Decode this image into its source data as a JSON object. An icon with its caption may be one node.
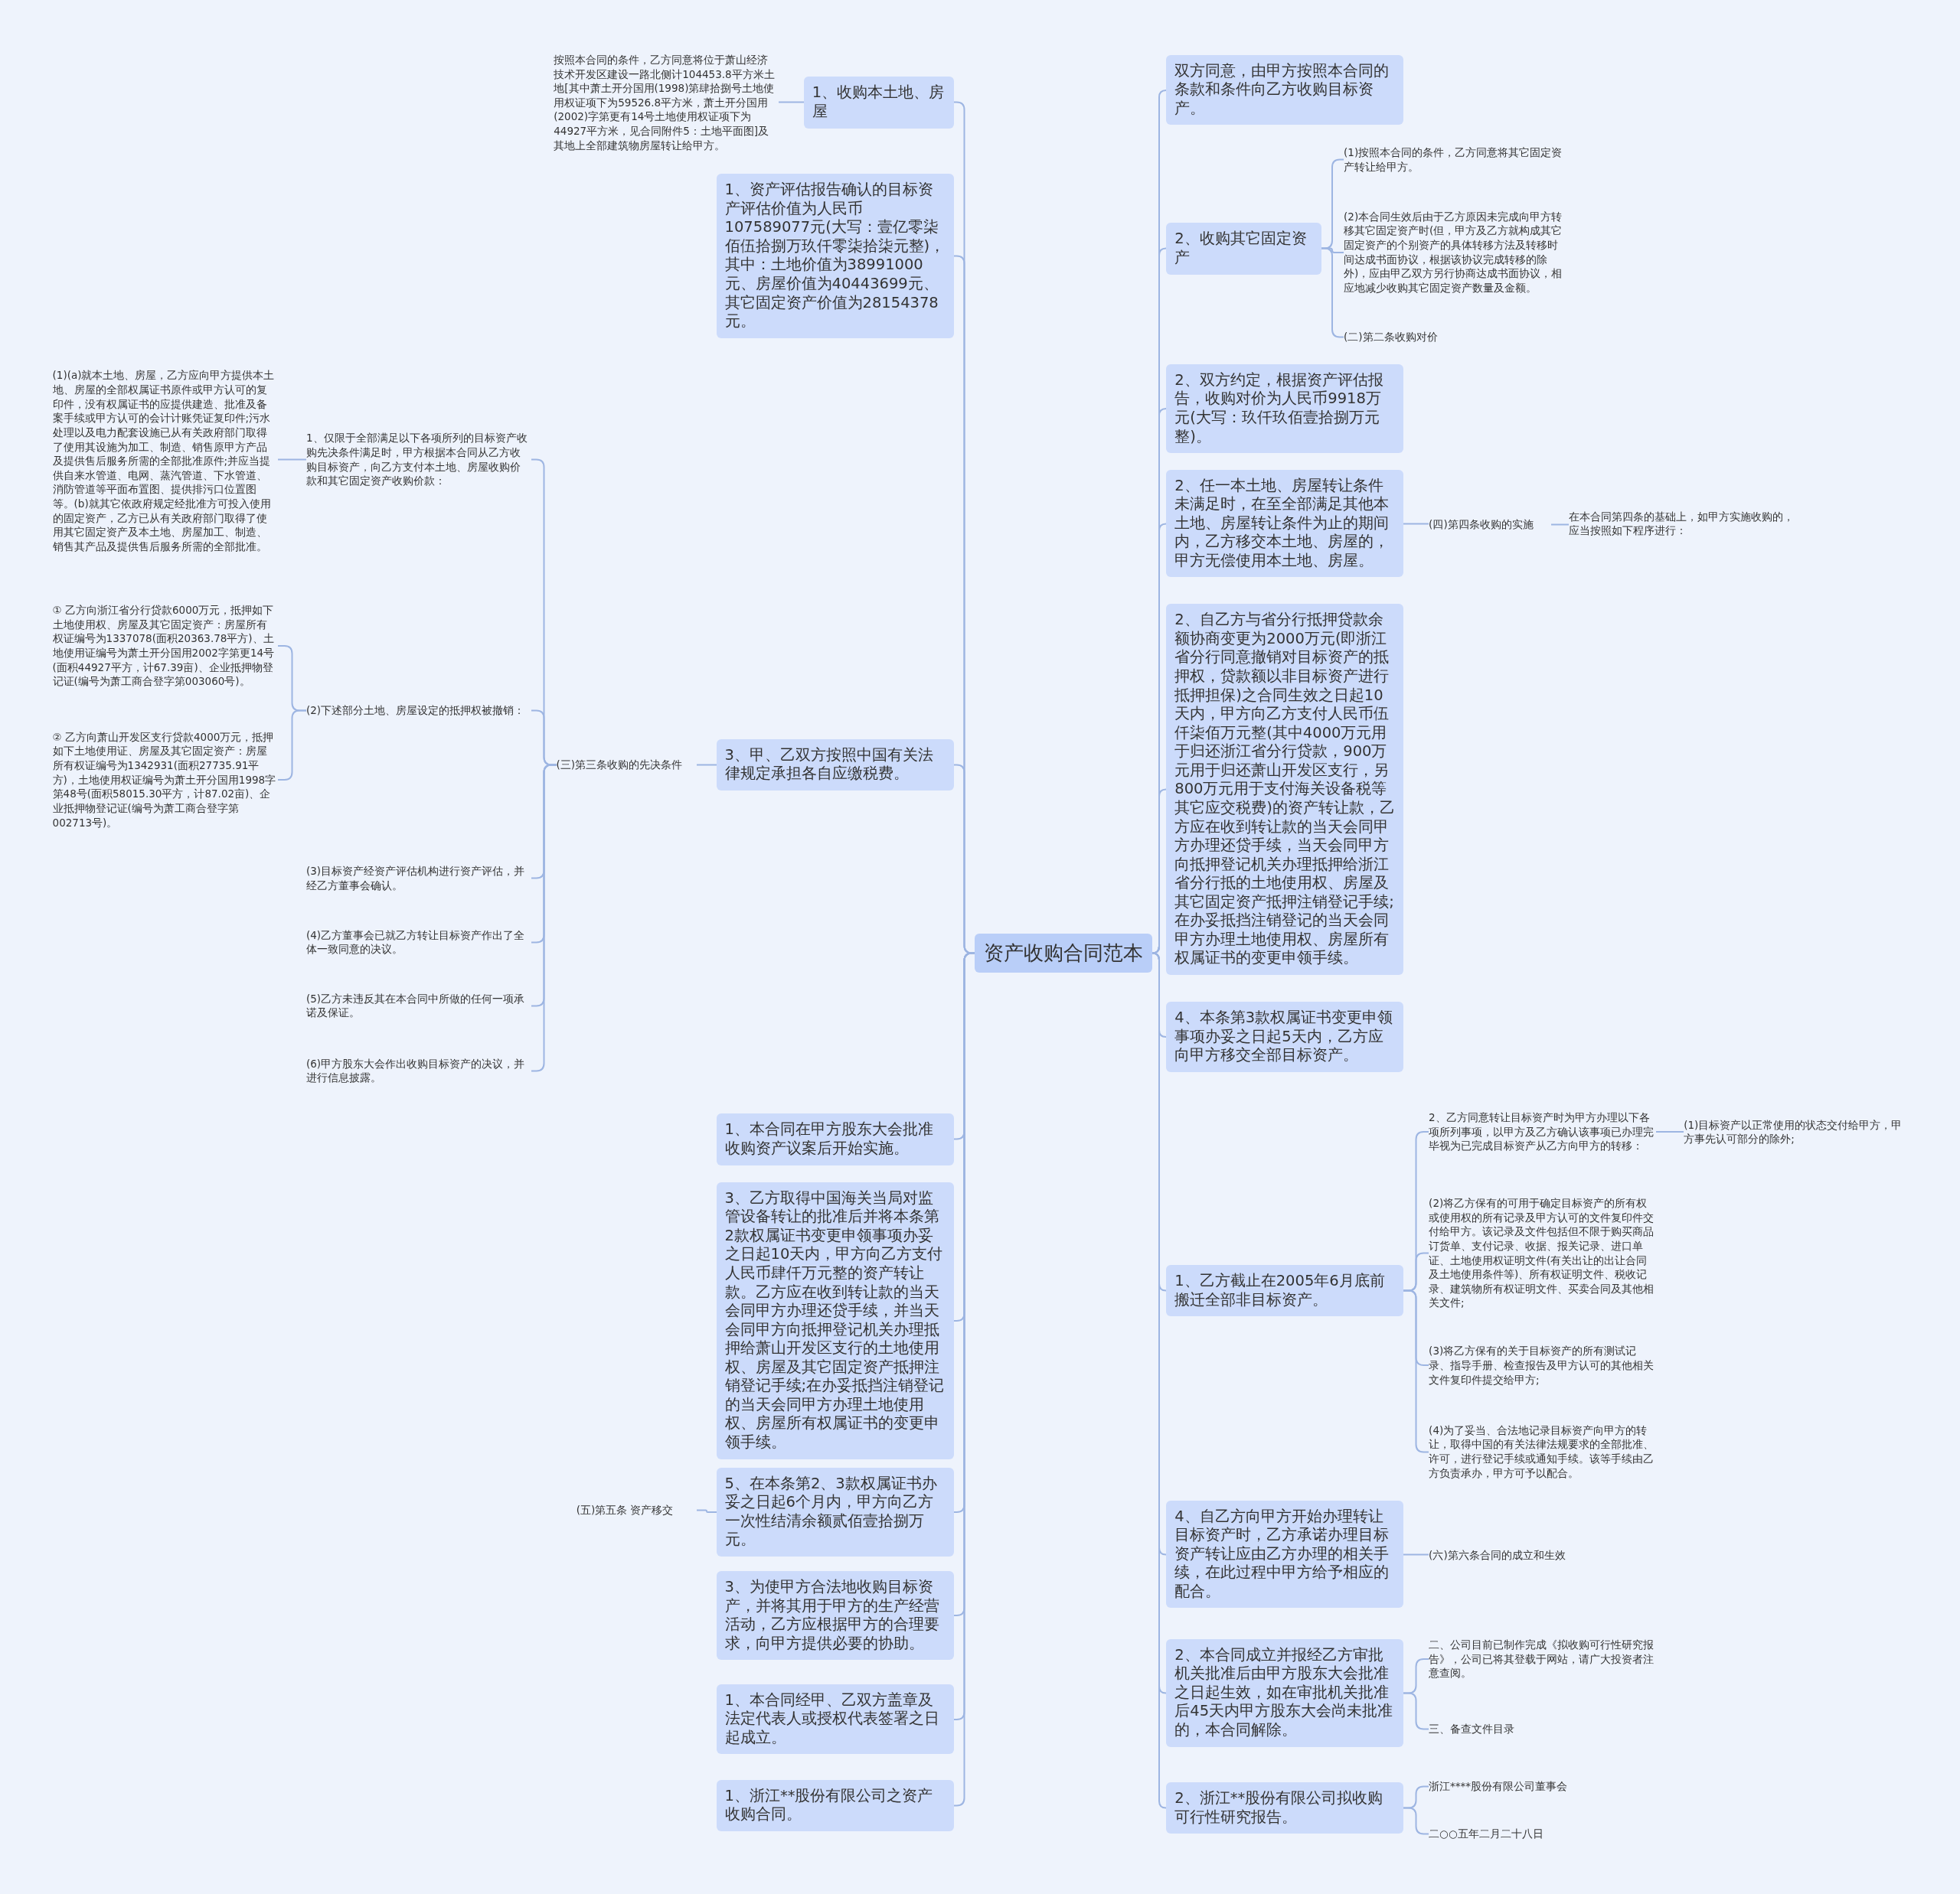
{
  "diagram": {
    "nodes": [
      {
        "text": [
          "资产收购合同范本"
        ]
      },
      {
        "text": [
          "1、收购本土地、房屋"
        ]
      },
      {
        "text": [
          "按照本合同的条件，乙方同意将位于萧山经济技术开发区建设一路北侧计104453.8平方米土地[其中萧土开分国用(1998)第肆拾捌号土地使用权证项下为59526.8平方米，萧土开分国用(2002)字第更有14号土地使用权证项下为44927平方米，见合同附件5：土地平面图]及其地上全部建筑物房屋转让给甲方。"
        ]
      },
      {
        "text": [
          "1、资产评估报告确认的目标资产评估价值为人民币107589077元(大写：壹亿零柒佰伍拾捌万玖仟零柒拾柒元整)，其中：土地价值为38991000元、房屋价值为40443699元、其它固定资产价值为28154378元。"
        ]
      },
      {
        "text": [
          "3、甲、乙双方按照中国有关法律规定承担各自应缴税费。"
        ]
      },
      {
        "text": [
          "(三)第三条收购的先决条件"
        ]
      },
      {
        "text": [
          "1、仅限于全部满足以下各项所列的目标资产收购先决条件满足时，甲方根据本合同从乙方收购目标资产，向乙方支付本土地、房屋收购价款和其它固定资产收购价款："
        ]
      },
      {
        "text": [
          "(1)(a)就本土地、房屋，乙方应向甲方提供本土地、房屋的全部权属证书原件或甲方认可的复印件，没有权属证书的应提供建造、批准及备案手续或甲方认可的会计计账凭证复印件;污水处理以及电力配套设施已从有关政府部门取得了使用其设施为加工、制造、销售原甲方产品及提供售后服务所需的全部批准原件;并应当提供自来水管道、电网、蒸汽管道、下水管道、消防管道等平面布置图、提供排污口位置图等。(b)就其它依政府规定经批准方可投入使用的固定资产，乙方已从有关政府部门取得了使用其它固定资产及本土地、房屋加工、制造、销售其产品及提供售后服务所需的全部批准。"
        ]
      },
      {
        "text": [
          "(2)下述部分土地、房屋设定的抵押权被撤销："
        ]
      },
      {
        "text": [
          "① 乙方向浙江省分行贷款6000万元，抵押如下土地使用权、房屋及其它固定资产：房屋所有权证编号为1337078(面积20363.78平方)、土地使用证编号为萧土开分国用2002字第更14号(面积44927平方，计67.39亩)、企业抵押物登记证(编号为萧工商合登字第003060号)。"
        ]
      },
      {
        "text": [
          "② 乙方向萧山开发区支行贷款4000万元，抵押如下土地使用证、房屋及其它固定资产：房屋所有权证编号为1342931(面积27735.91平方)，土地使用权证编号为萧土开分国用1998字第48号(面积58015.30平方，计87.02亩)、企业抵押物登记证(编号为萧工商合登字第002713号)。"
        ]
      },
      {
        "text": [
          "(3)目标资产经资产评估机构进行资产评估，并经乙方董事会确认。"
        ]
      },
      {
        "text": [
          "(4)乙方董事会已就乙方转让目标资产作出了全体一致同意的决议。"
        ]
      },
      {
        "text": [
          "(5)乙方未违反其在本合同中所做的任何一项承诺及保证。"
        ]
      },
      {
        "text": [
          "(6)甲方股东大会作出收购目标资产的决议，并进行信息披露。"
        ]
      },
      {
        "text": [
          "1、本合同在甲方股东大会批准收购资产议案后开始实施。"
        ]
      },
      {
        "text": [
          "3、乙方取得中国海关当局对监管设备转让的批准后并将本条第2款权属证书变更申领事项办妥之日起10天内，甲方向乙方支付人民币肆仟万元整的资产转让款。乙方应在收到转让款的当天会同甲方办理还贷手续，并当天会同甲方向抵押登记机关办理抵押给萧山开发区支行的土地使用权、房屋及其它固定资产抵押注销登记手续;在办妥抵挡注销登记的当天会同甲方办理土地使用权、房屋所有权属证书的变更申领手续。"
        ]
      },
      {
        "text": [
          "5、在本条第2、3款权属证书办妥之日起6个月内，甲方向乙方一次性结清余额贰佰壹拾捌万元。"
        ]
      },
      {
        "text": [
          "(五)第五条 资产移交"
        ]
      },
      {
        "text": [
          "3、为使甲方合法地收购目标资产，并将其用于甲方的生产经营活动，乙方应根据甲方的合理要求，向甲方提供必要的协助。"
        ]
      },
      {
        "text": [
          "1、本合同经甲、乙双方盖章及法定代表人或授权代表签署之日起成立。"
        ]
      },
      {
        "text": [
          "1、浙江**股份有限公司之资产收购合同。"
        ]
      },
      {
        "text": [
          "双方同意，由甲方按照本合同的条款和条件向乙方收购目标资产。"
        ]
      },
      {
        "text": [
          "2、收购其它固定资产"
        ]
      },
      {
        "text": [
          "(1)按照本合同的条件，乙方同意将其它固定资产转让给甲方。"
        ]
      },
      {
        "text": [
          "(2)本合同生效后由于乙方原因未完成向甲方转移其它固定资产时(但，甲方及乙方就构成其它固定资产的个别资产的具体转移方法及转移时间达成书面协议，根据该协议完成转移的除外)，应由甲乙双方另行协商达成书面协议，相应地减少收购其它固定资产数量及金额。"
        ]
      },
      {
        "text": [
          "(二)第二条收购对价"
        ]
      },
      {
        "text": [
          "2、双方约定，根据资产评估报告，收购对价为人民币9918万元(大写：玖仟玖佰壹拾捌万元整)。"
        ]
      },
      {
        "text": [
          "2、任一本土地、房屋转让条件未满足时，在至全部满足其他本土地、房屋转让条件为止的期间内，乙方移交本土地、房屋的，甲方无偿使用本土地、房屋。"
        ]
      },
      {
        "text": [
          "(四)第四条收购的实施"
        ]
      },
      {
        "text": [
          "在本合同第四条的基础上，如甲方实施收购的，应当按照如下程序进行："
        ]
      },
      {
        "text": [
          "2、自乙方与省分行抵押贷款余额协商变更为2000万元(即浙江省分行同意撤销对目标资产的抵押权，贷款额以非目标资产进行抵押担保)之合同生效之日起10天内，甲方向乙方支付人民币伍仟柒佰万元整(其中4000万元用于归还浙江省分行贷款，900万元用于归还萧山开发区支行，另800万元用于支付海关设备税等其它应交税费)的资产转让款，乙方应在收到转让款的当天会同甲方办理还贷手续，当天会同甲方向抵押登记机关办理抵押给浙江省分行抵的土地使用权、房屋及其它固定资产抵押注销登记手续;在办妥抵挡注销登记的当天会同甲方办理土地使用权、房屋所有权属证书的变更申领手续。"
        ]
      },
      {
        "text": [
          "4、本条第3款权属证书变更申领事项办妥之日起5天内，乙方应向甲方移交全部目标资产。"
        ]
      },
      {
        "text": [
          "1、乙方截止在2005年6月底前搬迁全部非目标资产。"
        ]
      },
      {
        "text": [
          "2、乙方同意转让目标资产时为甲方办理以下各项所列事项，以甲方及乙方确认该事项已办理完毕视为已完成目标资产从乙方向甲方的转移："
        ]
      },
      {
        "text": [
          "(1)目标资产以正常使用的状态交付给甲方，甲方事先认可部分的除外;"
        ]
      },
      {
        "text": [
          "(2)将乙方保有的可用于确定目标资产的所有权或使用权的所有记录及甲方认可的文件复印件交付给甲方。该记录及文件包括但不限于购买商品订货单、支付记录、收据、报关记录、进口单证、土地使用权证明文件(有关出让的出让合同及土地使用条件等)、所有权证明文件、税收记录、建筑物所有权证明文件、买卖合同及其他相关文件;"
        ]
      },
      {
        "text": [
          "(3)将乙方保有的关于目标资产的所有测试记录、指导手册、检查报告及甲方认可的其他相关文件复印件提交给甲方;"
        ]
      },
      {
        "text": [
          "(4)为了妥当、合法地记录目标资产向甲方的转让，取得中国的有关法律法规要求的全部批准、许可，进行登记手续或通知手续。该等手续由乙方负责承办，甲方可予以配合。"
        ]
      },
      {
        "text": [
          "4、自乙方向甲方开始办理转让目标资产时，乙方承诺办理目标资产转让应由乙方办理的相关手续，在此过程中甲方给予相应的配合。"
        ]
      },
      {
        "text": [
          "(六)第六条合同的成立和生效"
        ]
      },
      {
        "text": [
          "2、本合同成立并报经乙方审批机关批准后由甲方股东大会批准之日起生效，如在审批机关批准后45天内甲方股东大会尚未批准的，本合同解除。"
        ]
      },
      {
        "text": [
          "二、公司目前已制作完成《拟收购可行性研究报告》，公司已将其登载于网站，请广大投资者注意查阅。"
        ]
      },
      {
        "text": [
          "三、备查文件目录"
        ]
      },
      {
        "text": [
          "2、浙江**股份有限公司拟收购可行性研究报告。"
        ]
      },
      {
        "text": [
          "浙江****股份有限公司董事会"
        ]
      },
      {
        "text": [
          "二○○五年二月二十八日"
        ]
      }
    ],
    "edges": [
      {
        "from": 0,
        "to": 1,
        "arrow": "none"
      },
      {
        "from": 1,
        "to": 2,
        "arrow": "none"
      },
      {
        "from": 0,
        "to": 3,
        "arrow": "none"
      },
      {
        "from": 0,
        "to": 4,
        "arrow": "none"
      },
      {
        "from": 4,
        "to": 5,
        "arrow": "none"
      },
      {
        "from": 5,
        "to": 6,
        "arrow": "none"
      },
      {
        "from": 6,
        "to": 7,
        "arrow": "none"
      },
      {
        "from": 5,
        "to": 8,
        "arrow": "none"
      },
      {
        "from": 8,
        "to": 9,
        "arrow": "none"
      },
      {
        "from": 8,
        "to": 10,
        "arrow": "none"
      },
      {
        "from": 5,
        "to": 11,
        "arrow": "none"
      },
      {
        "from": 5,
        "to": 12,
        "arrow": "none"
      },
      {
        "from": 5,
        "to": 13,
        "arrow": "none"
      },
      {
        "from": 5,
        "to": 14,
        "arrow": "none"
      },
      {
        "from": 0,
        "to": 15,
        "arrow": "none"
      },
      {
        "from": 0,
        "to": 16,
        "arrow": "none"
      },
      {
        "from": 0,
        "to": 17,
        "arrow": "none"
      },
      {
        "from": 17,
        "to": 18,
        "arrow": "none"
      },
      {
        "from": 0,
        "to": 19,
        "arrow": "none"
      },
      {
        "from": 0,
        "to": 20,
        "arrow": "none"
      },
      {
        "from": 0,
        "to": 21,
        "arrow": "none"
      },
      {
        "from": 0,
        "to": 22,
        "arrow": "none"
      },
      {
        "from": 0,
        "to": 23,
        "arrow": "none"
      },
      {
        "from": 23,
        "to": 24,
        "arrow": "none"
      },
      {
        "from": 23,
        "to": 25,
        "arrow": "none"
      },
      {
        "from": 23,
        "to": 26,
        "arrow": "none"
      },
      {
        "from": 0,
        "to": 27,
        "arrow": "none"
      },
      {
        "from": 0,
        "to": 28,
        "arrow": "none"
      },
      {
        "from": 28,
        "to": 29,
        "arrow": "none"
      },
      {
        "from": 29,
        "to": 30,
        "arrow": "none"
      },
      {
        "from": 0,
        "to": 31,
        "arrow": "none"
      },
      {
        "from": 0,
        "to": 32,
        "arrow": "none"
      },
      {
        "from": 0,
        "to": 33,
        "arrow": "none"
      },
      {
        "from": 33,
        "to": 34,
        "arrow": "none"
      },
      {
        "from": 34,
        "to": 35,
        "arrow": "none"
      },
      {
        "from": 33,
        "to": 36,
        "arrow": "none"
      },
      {
        "from": 33,
        "to": 37,
        "arrow": "none"
      },
      {
        "from": 33,
        "to": 38,
        "arrow": "none"
      },
      {
        "from": 0,
        "to": 39,
        "arrow": "none"
      },
      {
        "from": 39,
        "to": 40,
        "arrow": "none"
      },
      {
        "from": 0,
        "to": 41,
        "arrow": "none"
      },
      {
        "from": 41,
        "to": 42,
        "arrow": "none"
      },
      {
        "from": 41,
        "to": 43,
        "arrow": "none"
      },
      {
        "from": 0,
        "to": 44,
        "arrow": "none"
      },
      {
        "from": 44,
        "to": 45,
        "arrow": "none"
      },
      {
        "from": 44,
        "to": 46,
        "arrow": "none"
      }
    ]
  }
}
